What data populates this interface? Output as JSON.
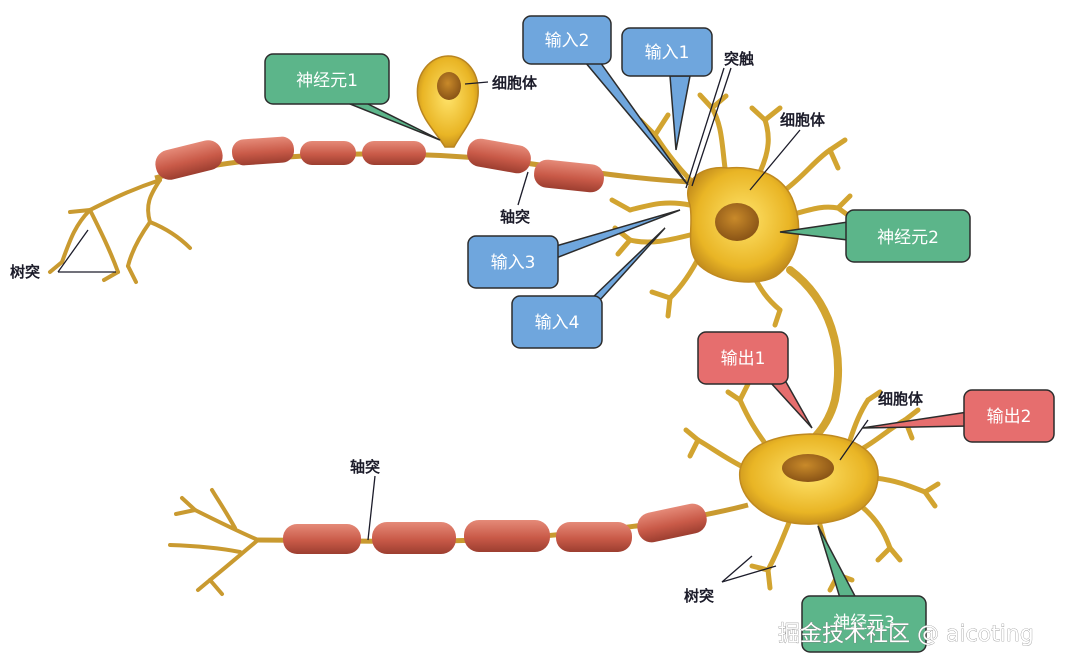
{
  "labels": {
    "soma_top": "细胞体",
    "soma_right": "细胞体",
    "soma_bottom": "细胞体",
    "synapse": "突触",
    "axon_top": "轴突",
    "axon_bottom": "轴突",
    "dendrite_left": "树突",
    "dendrite_bottom": "树突"
  },
  "callouts": {
    "neuron1": "神经元1",
    "neuron2": "神经元2",
    "neuron3": "神经元3",
    "input1": "输入1",
    "input2": "输入2",
    "input3": "输入3",
    "input4": "输入4",
    "output1": "输出1",
    "output2": "输出2"
  },
  "watermark": "掘金技术社区 @ aicoting",
  "colors": {
    "green": "#5cb58a",
    "blue": "#6fa6dd",
    "red": "#e66e6e",
    "myelin": "#c9604f",
    "cell": "#e8b826",
    "fiber": "#c99a30"
  }
}
